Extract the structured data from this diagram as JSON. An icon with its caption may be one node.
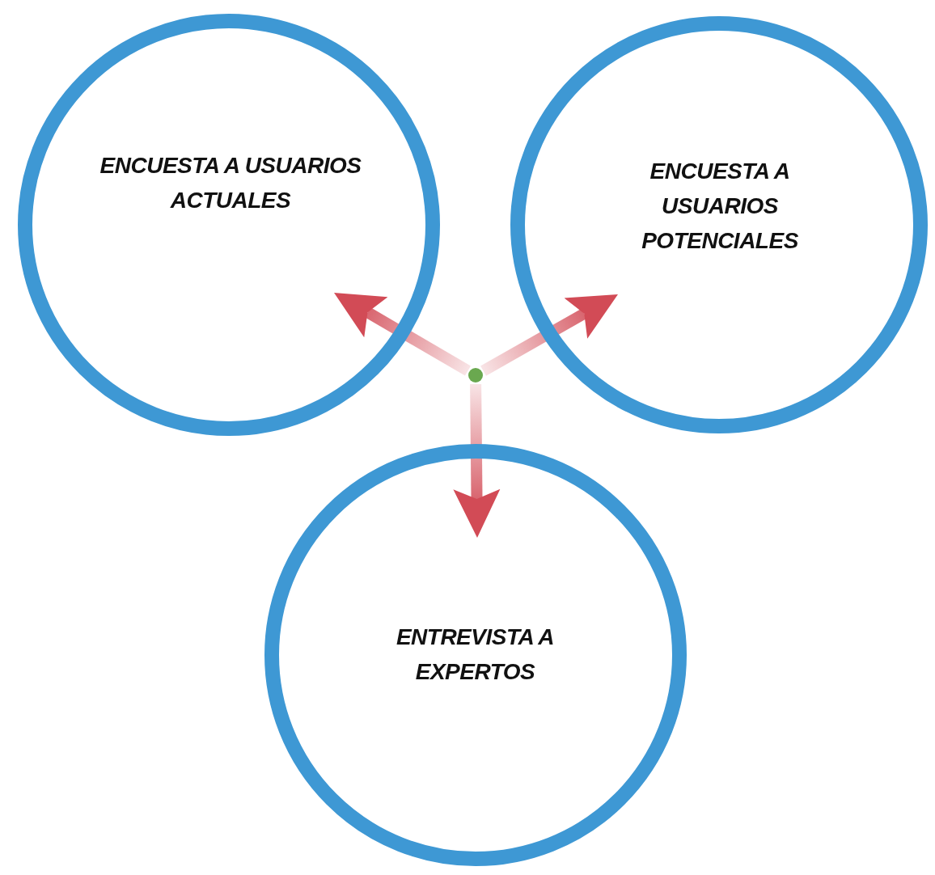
{
  "diagram": {
    "nodes": [
      {
        "text": [
          "ENCUESTA A USUARIOS ACTUALES"
        ]
      },
      {
        "text": [
          "ENCUESTA A USUARIOS POTENCIALES"
        ]
      },
      {
        "text": [
          "ENTREVISTA A EXPERTOS"
        ]
      },
      {
        "text": [],
        "shape": "circle"
      }
    ],
    "edges": [
      {
        "from": 3,
        "to": 0,
        "arrow": "to"
      },
      {
        "from": 3,
        "to": 1,
        "arrow": "to"
      },
      {
        "from": 3,
        "to": 2,
        "arrow": "to"
      }
    ]
  }
}
